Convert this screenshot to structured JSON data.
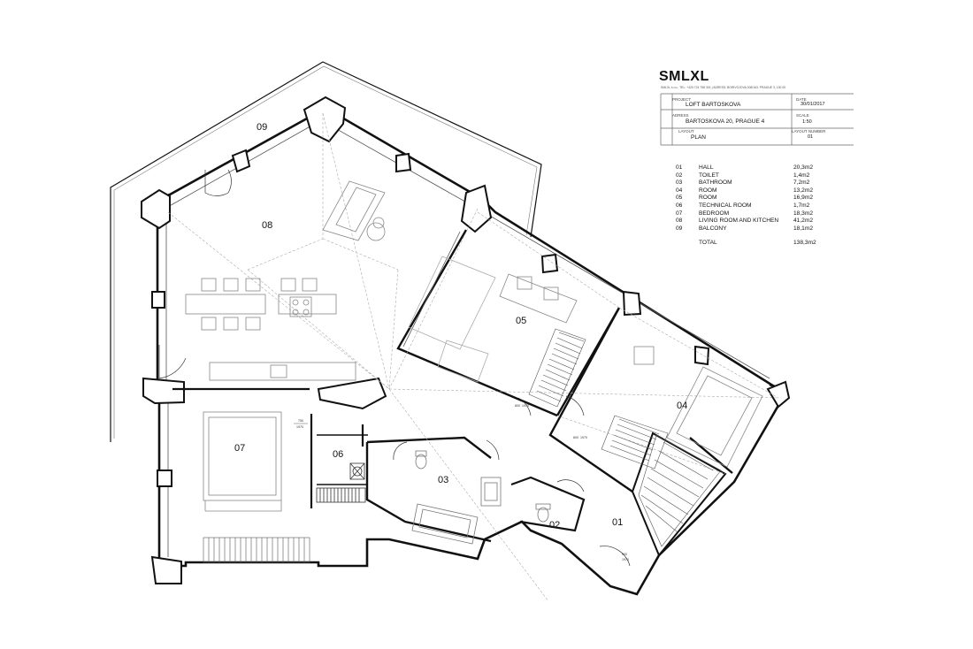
{
  "title_block": {
    "logo": "SMLXL",
    "firm_line": "SMLXL s.r.o., TEL: +420 724 758 301 | ADRESS: BORIVOJOVA 208/163, PRAGUE 3, 130 00",
    "project_label": "PROJECT",
    "project_value": "LOFT BARTOSKOVA",
    "date_label": "DATE",
    "date_value": "30/01/2017",
    "address_label": "ADRESS",
    "address_value": "BARTOSKOVA  20, PRAGUE 4",
    "scale_label": "SCALE",
    "scale_value": "1:50",
    "layout_label": "LAYOUT",
    "layout_value": "PLAN",
    "layout_number_label": "LAYOUT NUMBER",
    "layout_number_value": "01"
  },
  "rooms": [
    {
      "number": "01",
      "name": "HALL",
      "area": "20,3m2"
    },
    {
      "number": "02",
      "name": "TOILET",
      "area": "1,4m2"
    },
    {
      "number": "03",
      "name": "BATHROOM",
      "area": "7,2m2"
    },
    {
      "number": "04",
      "name": "ROOM",
      "area": "13,2m2"
    },
    {
      "number": "05",
      "name": "ROOM",
      "area": "16,9m2"
    },
    {
      "number": "06",
      "name": "TECHNICAL ROOM",
      "area": "1,7m2"
    },
    {
      "number": "07",
      "name": "BEDROOM",
      "area": "18,3m2"
    },
    {
      "number": "08",
      "name": "LIVING ROOM AND KITCHEN",
      "area": "41,2m2"
    },
    {
      "number": "09",
      "name": "BALCONY",
      "area": "18,1m2"
    }
  ],
  "total": {
    "label": "TOTAL",
    "area": "138,3m2"
  },
  "plan_labels": {
    "r01": "01",
    "r02": "02",
    "r03": "03",
    "r04": "04",
    "r05": "05",
    "r06": "06",
    "r07": "07",
    "r08": "08",
    "r09": "09"
  },
  "door_dims": {
    "d07_top": "750",
    "d07_bot": "1970",
    "d05_top": "800",
    "d05_bot": "1970",
    "d04_top": "800",
    "d04_bot": "1970",
    "d01_top": "900",
    "d01_bot": "1970"
  }
}
